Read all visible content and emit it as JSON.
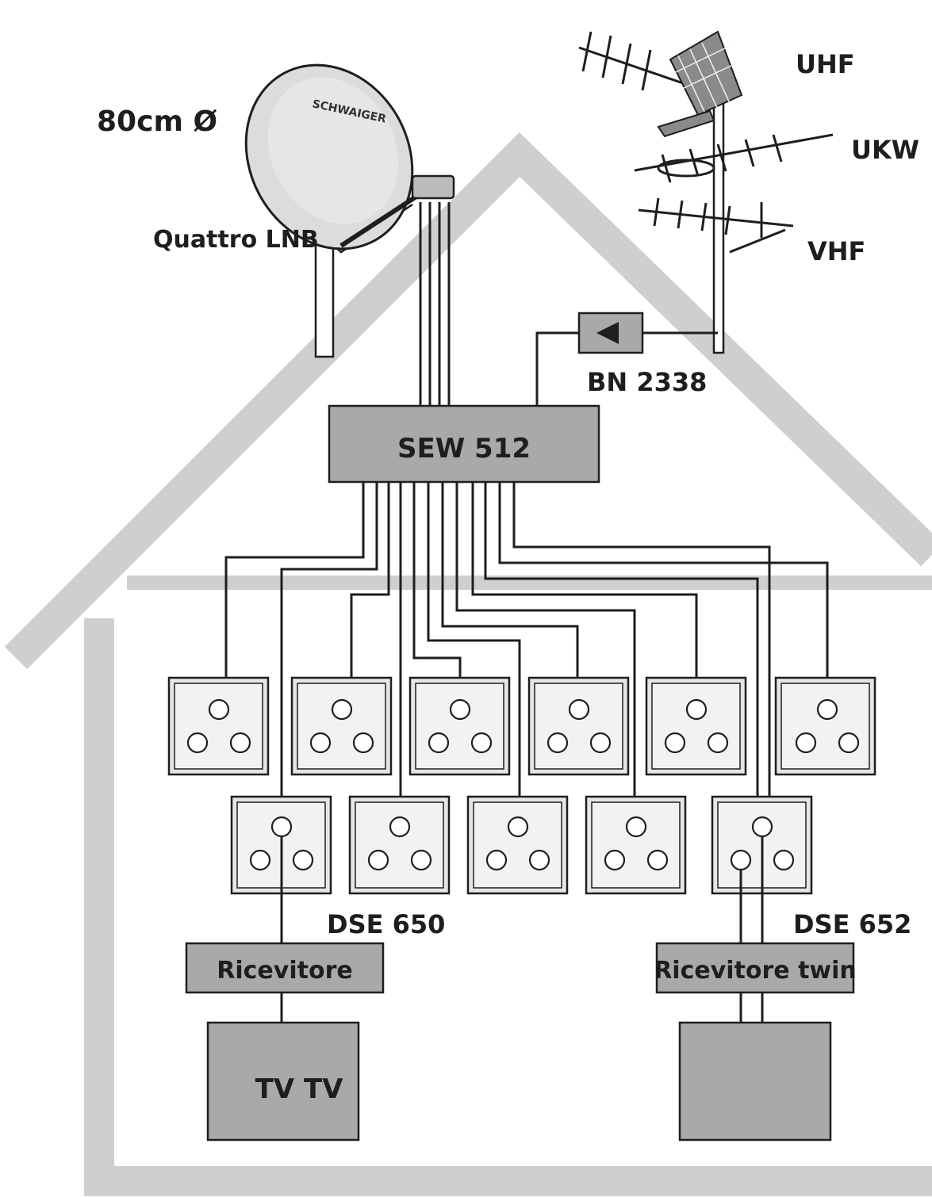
{
  "dish": {
    "size_label": "80cm Ø",
    "brand": "SCHWAIGER",
    "lnb_label": "Quattro LNB"
  },
  "antenna": {
    "uhf_label": "UHF",
    "ukw_label": "UKW",
    "vhf_label": "VHF"
  },
  "amplifier": {
    "label": "BN 2338"
  },
  "multiswitch": {
    "label": "SEW 512"
  },
  "sockets": {
    "single_label": "DSE 650",
    "twin_label": "DSE 652"
  },
  "receivers": {
    "single_label": "Ricevitore",
    "twin_label": "Ricevitore twin"
  },
  "tv": {
    "left_label": "TV TV",
    "right_label": ""
  }
}
